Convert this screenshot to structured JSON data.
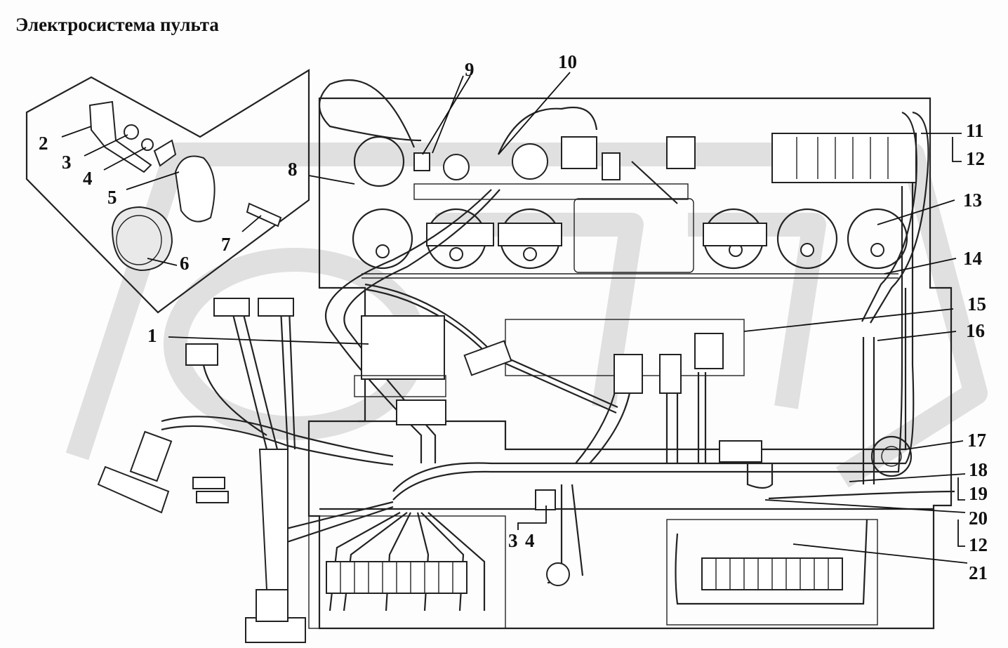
{
  "title": "Электросистема пульта",
  "callouts": {
    "c1": "1",
    "c2": "2",
    "c3": "3",
    "c4": "4",
    "c5": "5",
    "c6": "6",
    "c7": "7",
    "c8": "8",
    "c9": "9",
    "c10": "10",
    "c11": "11",
    "c12a": "12",
    "c13": "13",
    "c14": "14",
    "c15": "15",
    "c16": "16",
    "c17": "17",
    "c18": "18",
    "c19": "19",
    "c20": "20",
    "c12b": "12",
    "c21": "21",
    "c3b": "3",
    "c4b": "4"
  }
}
